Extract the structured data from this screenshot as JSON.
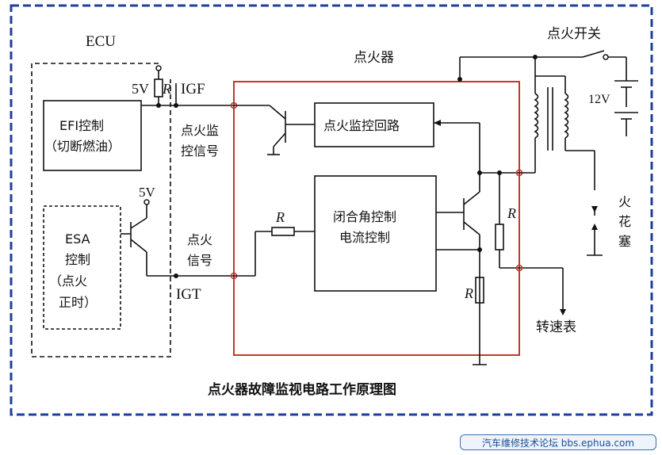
{
  "labels": {
    "ecu": "ECU",
    "igniter": "点火器",
    "ignition_switch": "点火开关",
    "v5_top": "5V",
    "r_top": "R",
    "igf": "IGF",
    "efi_line1": "EFI控制",
    "efi_line2": "（切断燃油）",
    "ign_monitor_signal_1": "点火监",
    "ign_monitor_signal_2": "控信号",
    "ign_monitor_circuit": "点火监控回路",
    "v5_mid": "5V",
    "esa_line1": "ESA",
    "esa_line2": "控制",
    "esa_line3": "（点火",
    "esa_line4": "正时）",
    "ign_signal_1": "点火",
    "ign_signal_2": "信号",
    "igt": "IGT",
    "r_mid": "R",
    "dwell_line1": "闭合角控制",
    "dwell_line2": "电流控制",
    "r_right": "R",
    "r_bottom": "R",
    "battery": "12V",
    "spark_plug_1": "火",
    "spark_plug_2": "花",
    "spark_plug_3": "塞",
    "tachometer": "转速表",
    "caption": "点火器故障监视电路工作原理图"
  },
  "watermark": "汽车维修技术论坛 bbs.ephua.com",
  "colors": {
    "outer_border": "#1f3f9c",
    "igniter_border": "#c0392b",
    "line": "#111111",
    "watermark_border": "#3a6fb0"
  }
}
